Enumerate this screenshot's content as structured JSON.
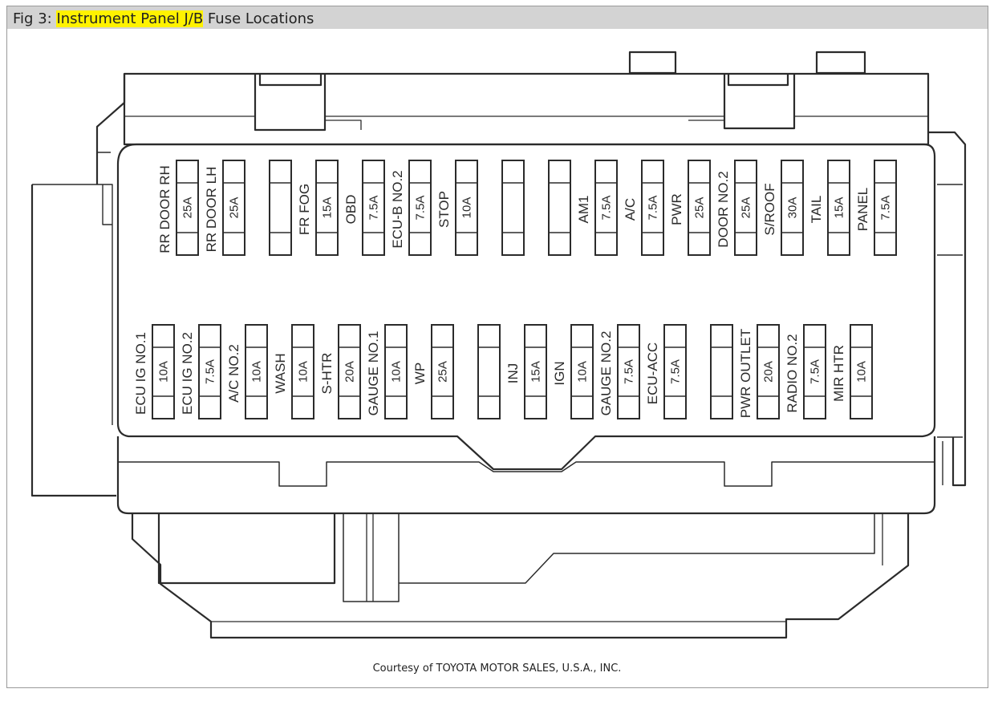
{
  "figure": {
    "fig_prefix": "Fig 3: ",
    "highlight": "Instrument Panel J/B",
    "suffix": " Fuse Locations",
    "credit": "Courtesy of TOYOTA MOTOR SALES, U.S.A., INC."
  },
  "top_row": [
    {
      "label": "RR DOOR RH",
      "amp": "25A"
    },
    {
      "label": "RR DOOR LH",
      "amp": "25A"
    },
    {
      "label": "",
      "amp": ""
    },
    {
      "label": "FR FOG",
      "amp": "15A"
    },
    {
      "label": "OBD",
      "amp": "7.5A"
    },
    {
      "label": "ECU-B NO.2",
      "amp": "7.5A"
    },
    {
      "label": "STOP",
      "amp": "10A"
    },
    {
      "label": "",
      "amp": ""
    },
    {
      "label": "",
      "amp": ""
    },
    {
      "label": "AM1",
      "amp": "7.5A"
    },
    {
      "label": "A/C",
      "amp": "7.5A"
    },
    {
      "label": "PWR",
      "amp": "25A"
    },
    {
      "label": "DOOR NO.2",
      "amp": "25A"
    },
    {
      "label": "S/ROOF",
      "amp": "30A"
    },
    {
      "label": "TAIL",
      "amp": "15A"
    },
    {
      "label": "PANEL",
      "amp": "7.5A"
    }
  ],
  "bottom_row": [
    {
      "label": "ECU IG NO.1",
      "amp": "10A"
    },
    {
      "label": "ECU IG NO.2",
      "amp": "7.5A"
    },
    {
      "label": "A/C NO.2",
      "amp": "10A"
    },
    {
      "label": "WASH",
      "amp": "10A"
    },
    {
      "label": "S-HTR",
      "amp": "20A"
    },
    {
      "label": "GAUGE NO.1",
      "amp": "10A"
    },
    {
      "label": "WP",
      "amp": "25A"
    },
    {
      "label": "",
      "amp": ""
    },
    {
      "label": "INJ",
      "amp": "15A"
    },
    {
      "label": "IGN",
      "amp": "10A"
    },
    {
      "label": "GAUGE NO.2",
      "amp": "7.5A"
    },
    {
      "label": "ECU-ACC",
      "amp": "7.5A"
    },
    {
      "label": "",
      "amp": ""
    },
    {
      "label": "PWR OUTLET",
      "amp": "20A"
    },
    {
      "label": "RADIO NO.2",
      "amp": "7.5A"
    },
    {
      "label": "MIR HTR",
      "amp": "10A"
    }
  ]
}
